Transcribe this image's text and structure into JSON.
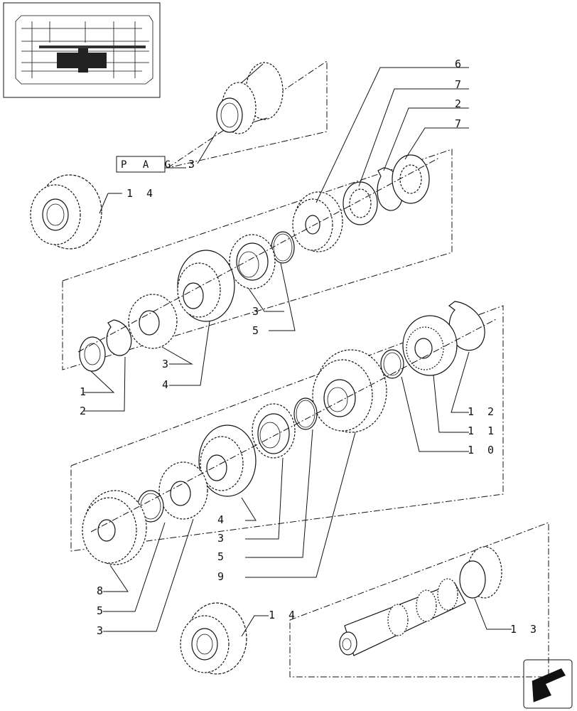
{
  "reference_label": "P A G .",
  "reference_page": "3",
  "callouts": {
    "c6": "6",
    "c7a": "7",
    "c2a": "2",
    "c7b": "7",
    "c14a": "1 4",
    "c3a": "3",
    "c5a": "5",
    "c1": "1",
    "c2b": "2",
    "c3b": "3",
    "c4a": "4",
    "c12": "1 2",
    "c11": "1 1",
    "c10": "1 0",
    "c4b": "4",
    "c3c": "3",
    "c5b": "5",
    "c9": "9",
    "c8": "8",
    "c5c": "5",
    "c3d": "3",
    "c14b": "1 4",
    "c13": "1 3"
  },
  "icons": {
    "thumbnail": "transmission-section-thumbnail",
    "nav": "next-page-arrow-icon"
  }
}
